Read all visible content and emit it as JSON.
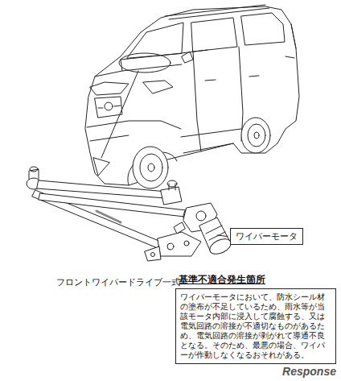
{
  "diagram": {
    "nodes": [
      {
        "text": [
          "ワイパーモータ"
        ]
      },
      {
        "text": [
          "基準不適合発生箇所",
          "ワイパーモータにおいて、防水シール材の塗布が不足しているため、雨水等が当該モータ内部に浸入して腐蝕する、又は電気回路の溶接が不適切なものがあるため、電気回路の溶接が剥がれて導通不良となる。そのため、最悪の場合、ワイパーが作動しなくなるおそれがある。"
        ]
      }
    ],
    "labels": [
      "フロントワイパードライブ一式",
      "Response"
    ]
  }
}
